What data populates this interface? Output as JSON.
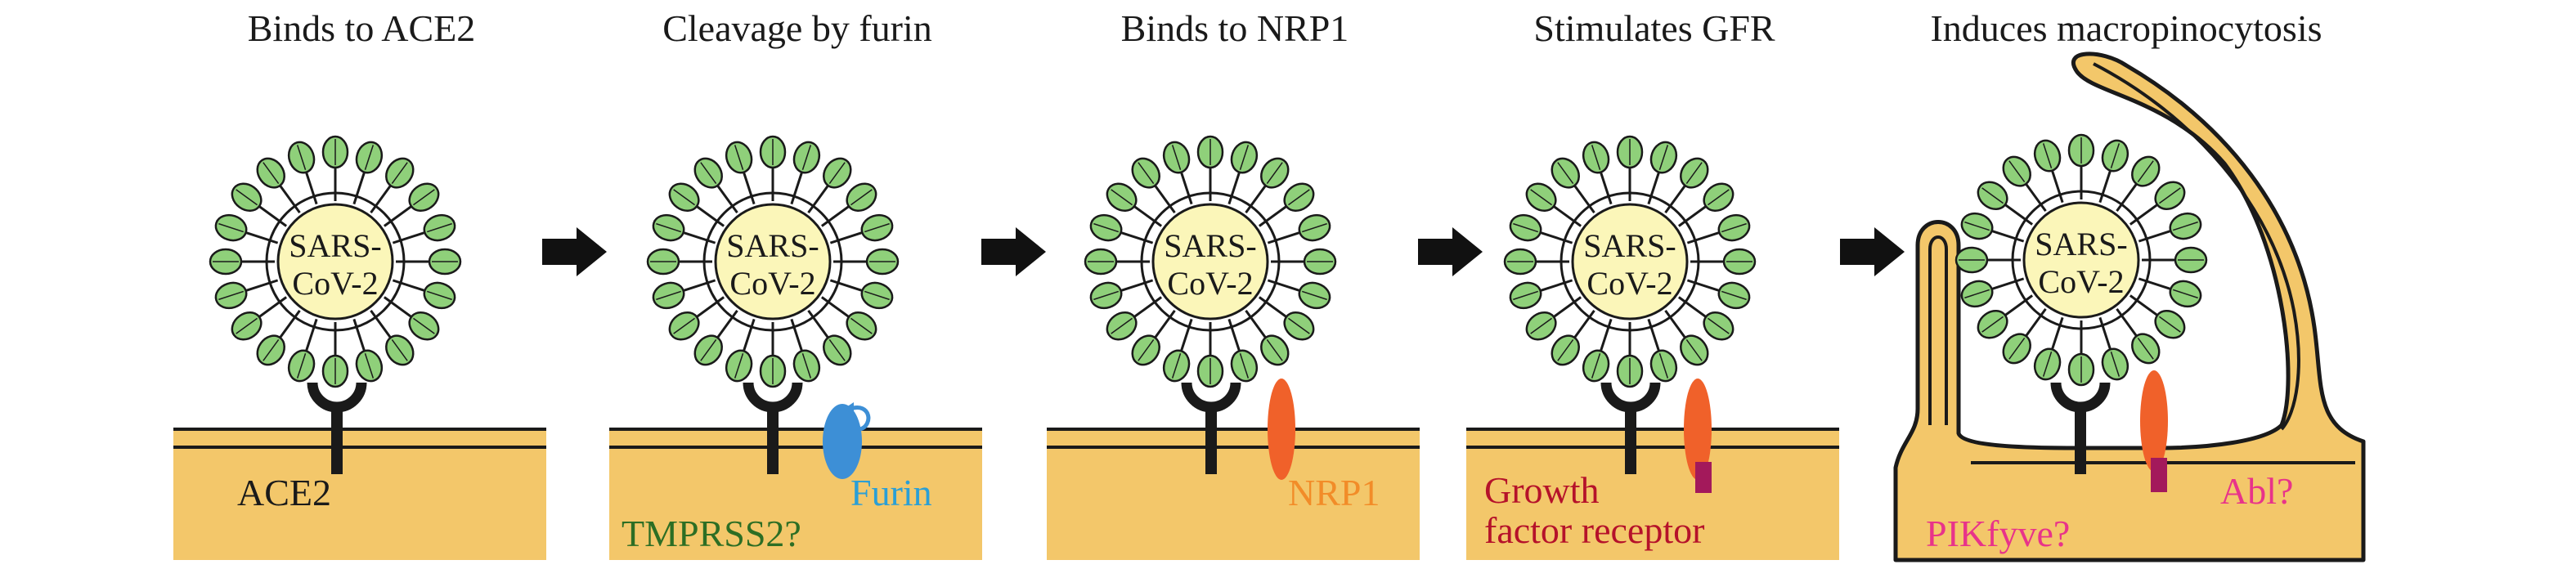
{
  "panels": [
    {
      "title": "Binds to ACE2"
    },
    {
      "title": "Cleavage by furin"
    },
    {
      "title": "Binds to NRP1"
    },
    {
      "title": "Stimulates GFR"
    },
    {
      "title": "Induces macropinocytosis"
    }
  ],
  "virus": {
    "line1": "SARS-",
    "line2": "CoV-2"
  },
  "labels": {
    "ace2": "ACE2",
    "tmprss2": "TMPRSS2?",
    "furin": "Furin",
    "nrp1": "NRP1",
    "gfr_line1": "Growth",
    "gfr_line2": "factor receptor",
    "abl": "Abl?",
    "pikfyve": "PIKfyve?"
  },
  "colors": {
    "cell": "#f3c76a",
    "virus_core": "#fbf6b9",
    "spike": "#8fd07a",
    "receptor": "#1a1a1a",
    "furin": "#3d8fd6",
    "nrp1": "#f0612a",
    "gfr": "#a3195b",
    "label_ace2": "#1a1a1a",
    "label_tmprss2": "#2d6e24",
    "label_furin": "#2a9fd6",
    "label_nrp1": "#f28c28",
    "label_gfr": "#b5122a",
    "label_abl": "#e8338a",
    "label_pikfyve": "#e8338a"
  },
  "icons": [
    "arrow-right-icon",
    "virus-icon",
    "ace2-receptor-icon",
    "furin-enzyme-icon",
    "nrp1-receptor-icon",
    "growth-factor-receptor-icon",
    "membrane-ruffle-icon"
  ]
}
